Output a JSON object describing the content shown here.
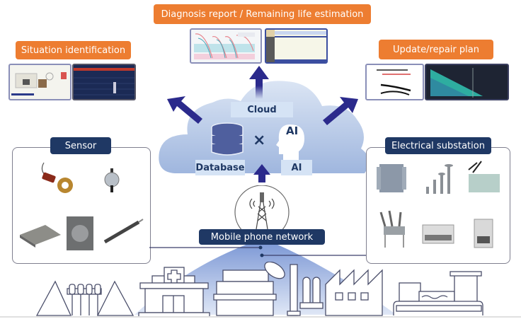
{
  "outputs": {
    "diagnosis": {
      "label": "Diagnosis report / Remaining life estimation",
      "thumbnails": [
        "diagnosis-chart-screenshot",
        "report-table-screenshot"
      ]
    },
    "situation": {
      "label": "Situation identification",
      "thumbnails": [
        "equipment-schematic-screenshot",
        "monitoring-dashboard-screenshot"
      ]
    },
    "update": {
      "label": "Update/repair plan",
      "thumbnails": [
        "degradation-report-screenshot",
        "lifetime-chart-screenshot"
      ]
    }
  },
  "cloud": {
    "title": "Cloud",
    "database_label": "Database",
    "ai_label": "AI",
    "ai_head_text": "AI",
    "times_symbol": "×"
  },
  "sensor_panel": {
    "title": "Sensor",
    "items": [
      "current-sensor-ring",
      "round-sensor",
      "flat-sensor-box",
      "vibration-sensor-photo",
      "rod-sensor"
    ]
  },
  "substation_panel": {
    "title": "Electrical substation",
    "items": [
      "transformer",
      "arresters",
      "gas-insulated-switchgear",
      "circuit-breaker",
      "switchgear-cabinet",
      "control-cabinet"
    ]
  },
  "network": {
    "label": "Mobile phone network"
  },
  "facilities": [
    "dam",
    "hospital",
    "building-with-satellite-dish",
    "factory-with-chimney",
    "water-treatment-plant"
  ],
  "colors": {
    "orange": "#ed7d31",
    "navy": "#1f3864",
    "arrow": "#2b2a8c",
    "cloud": "#b4c7e7",
    "cloud_tag": "#d5e3f5"
  }
}
